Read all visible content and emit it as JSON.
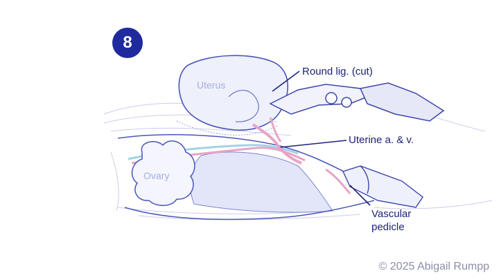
{
  "step_badge": "8",
  "organ_labels": {
    "uterus": "Uterus",
    "ovary": "Ovary"
  },
  "callouts": {
    "round_ligament": "Round lig. (cut)",
    "uterine_vessels": "Uterine a. & v.",
    "vascular_pedicle_line1": "Vascular",
    "vascular_pedicle_line2": "pedicle"
  },
  "copyright": "© 2025 Abigail Rumpp",
  "colors": {
    "badge": "#1f2a9e",
    "callout_text": "#1c2276",
    "organ_label": "#a6aee0",
    "outline": "#4a55b8",
    "vessel": "#e9a3c5",
    "vessel_blue": "#9fd3e6",
    "shade": "#d6dbf5"
  }
}
